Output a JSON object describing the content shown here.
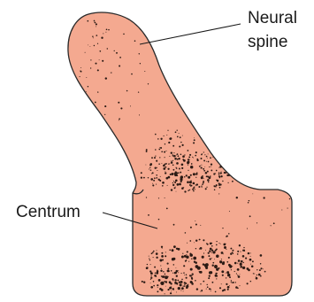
{
  "labels": {
    "neural_spine_line1": "Neural",
    "neural_spine_line2": "spine",
    "centrum": "Centrum"
  },
  "colors": {
    "bone_fill": "#f4a990",
    "outline": "#2a2a2a",
    "stipple": "#2b1a14",
    "text": "#1a1a1a"
  }
}
